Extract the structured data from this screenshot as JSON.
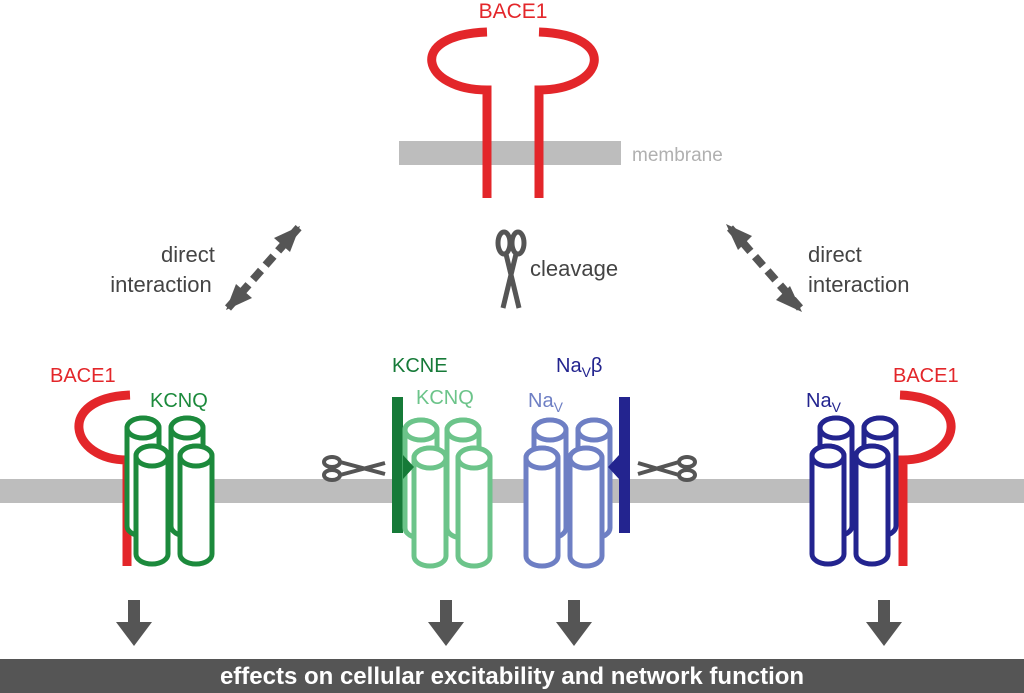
{
  "colors": {
    "bace1": "#e3262a",
    "kcnq_dark": "#1c8a3c",
    "kcnq_light": "#6cc48a",
    "kcne": "#167a38",
    "nav_light": "#6e7fc4",
    "nav_dark": "#23248f",
    "membrane": "#bdbdbd",
    "arrow": "#555555",
    "bar": "#555555",
    "text": "#444444"
  },
  "icons": {
    "scissors": "scissors-icon",
    "down_arrow": "down-arrow-icon",
    "double_arrow": "double-headed-arrow-icon"
  },
  "top": {
    "bace1_label": "BACE1",
    "membrane_label": "membrane"
  },
  "middle": {
    "left_interaction": [
      "direct",
      "interaction"
    ],
    "cleavage": "cleavage",
    "right_interaction": [
      "direct",
      "interaction"
    ]
  },
  "bottom": {
    "left": {
      "bace1": "BACE1",
      "channel": "KCNQ"
    },
    "center": {
      "kcne": "KCNE",
      "kcnq": "KCNQ",
      "nav": "Na",
      "nav_sub": "V",
      "navb": "Na",
      "navb_sub": "V",
      "navb_suffix": "β"
    },
    "right": {
      "channel": "Na",
      "channel_sub": "V",
      "bace1": "BACE1"
    }
  },
  "footer": {
    "text": "effects on cellular excitability and network function"
  }
}
